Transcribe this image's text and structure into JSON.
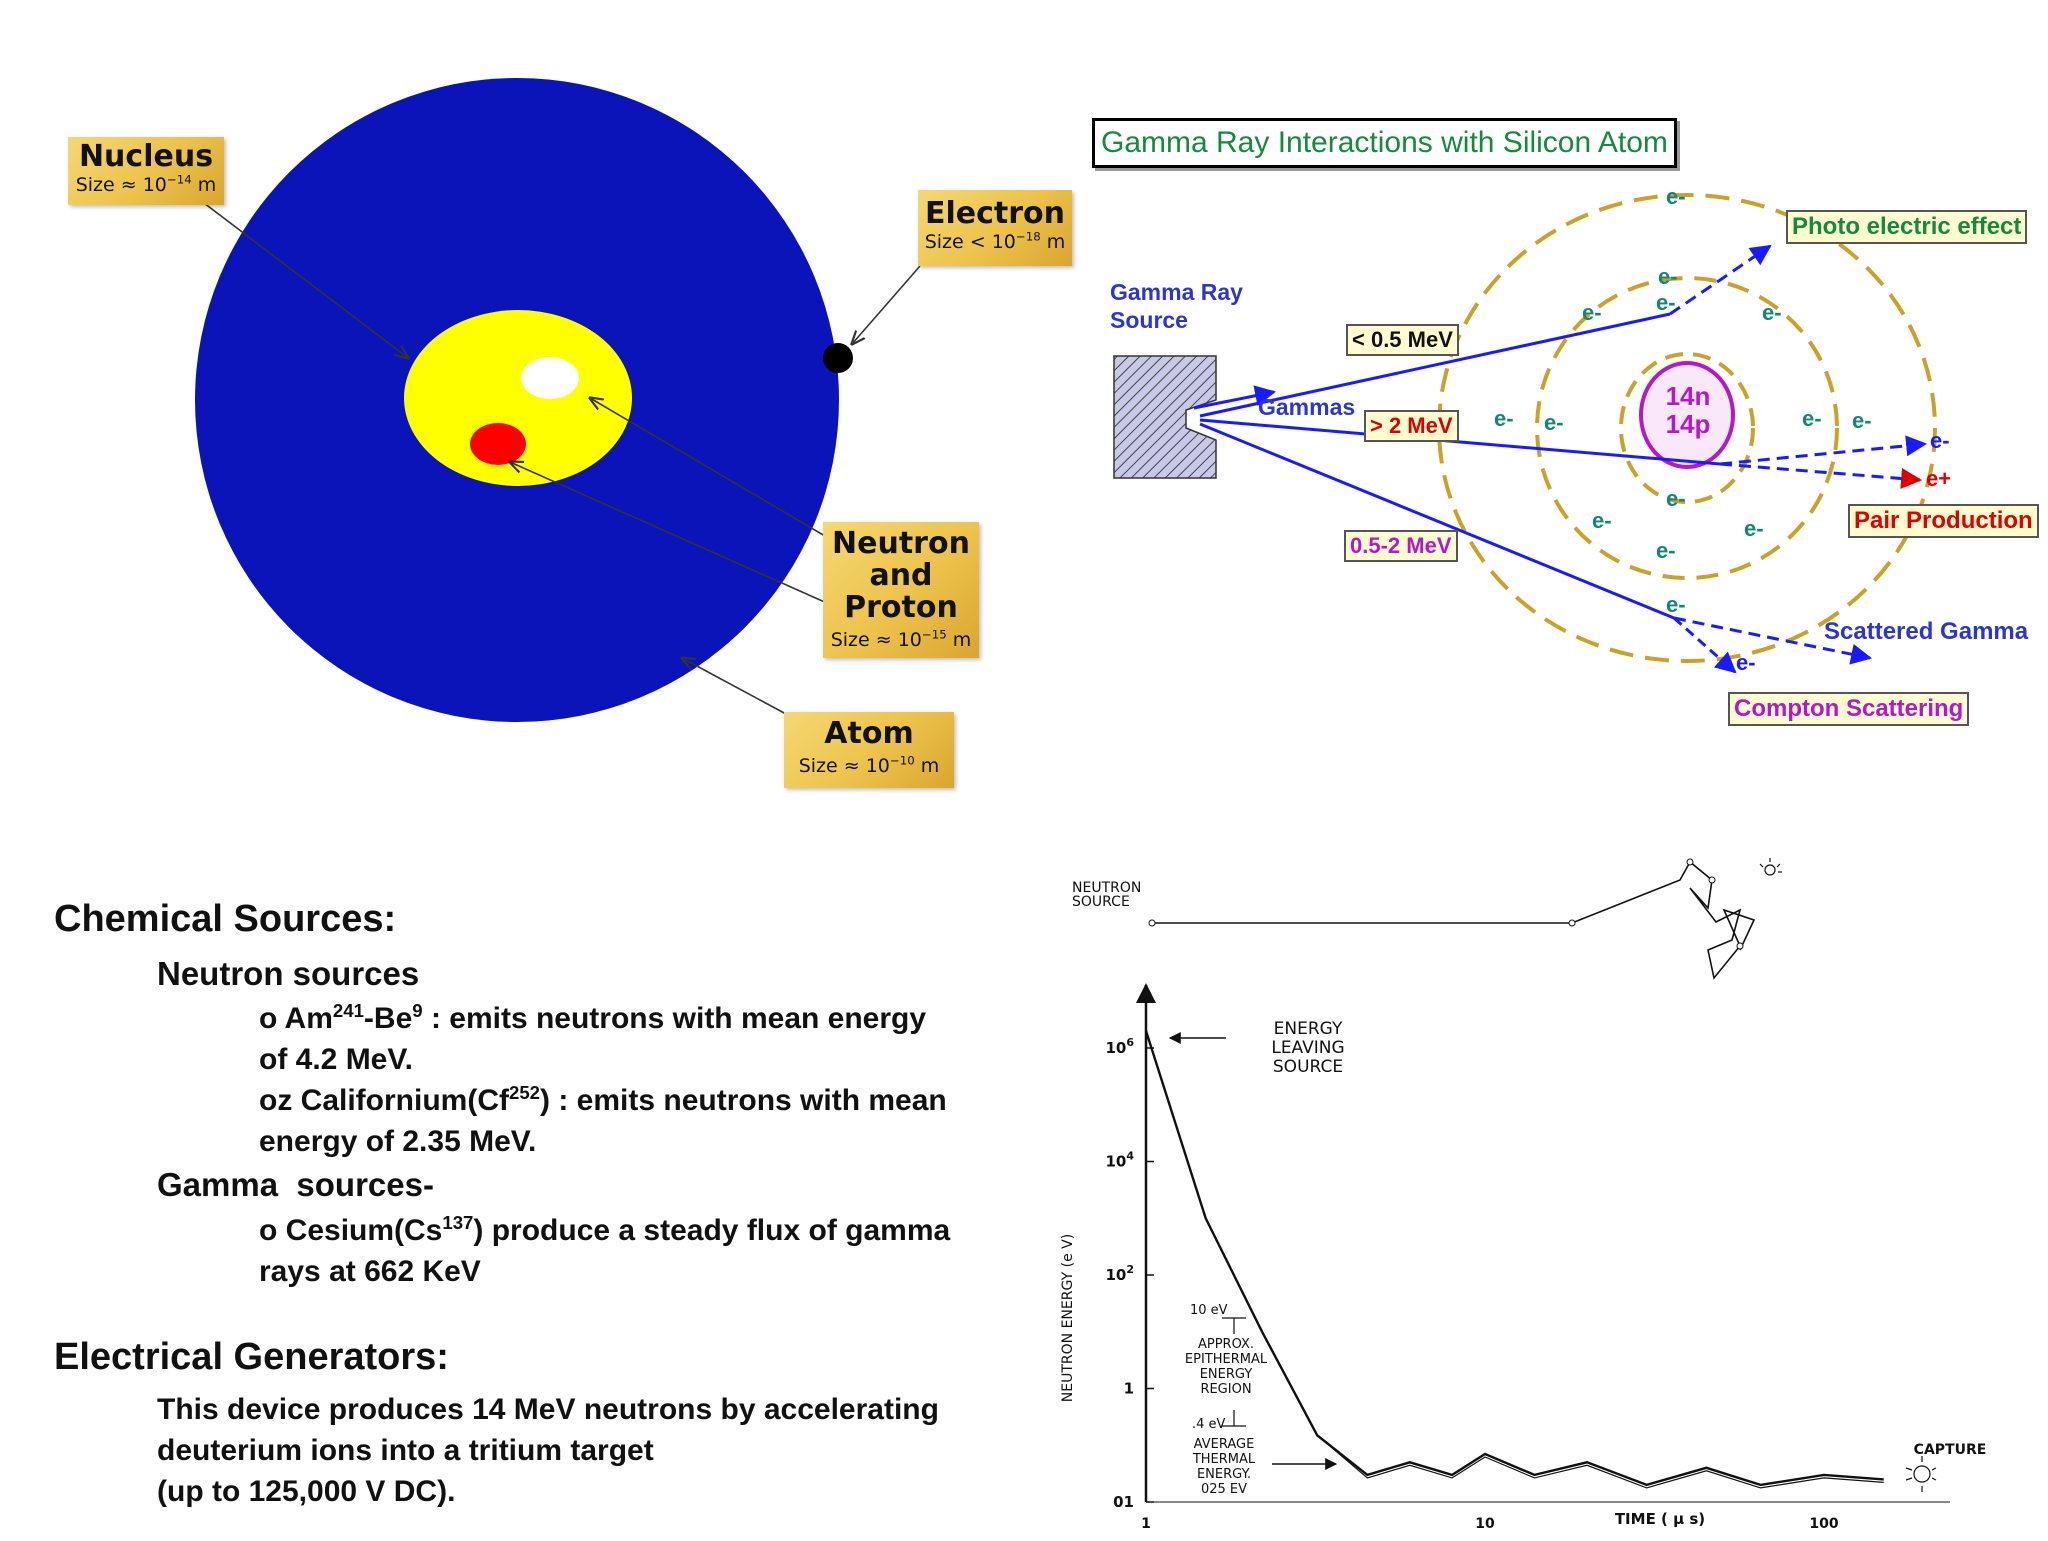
{
  "atom_panel": {
    "nucleus": {
      "title": "Nucleus",
      "size_prefix": "Size ≈ 10",
      "size_exp": "−14",
      "size_unit": " m"
    },
    "electron": {
      "title": "Electron",
      "size_prefix": "Size < 10",
      "size_exp": "−18",
      "size_unit": " m"
    },
    "neutron_proton": {
      "title_lines": [
        "Neutron",
        "and",
        "Proton"
      ],
      "size_prefix": "Size ≈ 10",
      "size_exp": "−15",
      "size_unit": " m"
    },
    "atom": {
      "title": "Atom",
      "size_prefix": "Size ≈ 10",
      "size_exp": "−10",
      "size_unit": " m"
    },
    "colors": {
      "atom": "#0a14b8",
      "nucleus": "#ffff00",
      "proton": "#ff0000",
      "neutron": "#ffffff",
      "electron": "#000000"
    }
  },
  "gamma_panel": {
    "title": "Gamma Ray Interactions with Silicon Atom",
    "source_label": [
      "Gamma Ray",
      "Source"
    ],
    "gammas_label": "Gammas",
    "energy_low": "< 0.5 MeV",
    "energy_high": "> 2 MeV",
    "energy_mid": "0.5-2 MeV",
    "nucleus": [
      "14n",
      "14p"
    ],
    "electron": "e-",
    "positron": "e+",
    "photo_electric": "Photo electric effect",
    "pair_production": "Pair Production",
    "scattered_gamma": "Scattered Gamma",
    "compton": "Compton Scattering",
    "colors": {
      "title": "#138a3e",
      "arrow": "#1a1aff",
      "shell": "#c9a227",
      "electron": "#118877",
      "nucleus": "#b517c9",
      "positron": "#e00000"
    }
  },
  "sources_text": {
    "chemical_heading": "Chemical Sources:",
    "neutron_heading": "Neutron sources",
    "am_bullet": "o ",
    "am_name": "Am",
    "am_sup": "241",
    "am_be": "-Be",
    "am_be_sup": "9",
    "am_rest": " : emits neutrons with mean energy",
    "am_line2": "of 4.2 MeV.",
    "cf_start": "oz Californium(Cf",
    "cf_sup": "252",
    "cf_rest": ") : emits neutrons with mean",
    "cf_line2": "energy of 2.35 MeV.",
    "gamma_heading": "Gamma  sources-",
    "cs_start": "o Cesium(Cs",
    "cs_sup": "137",
    "cs_rest": ") produce a steady flux of gamma",
    "cs_line2": "rays at 662 KeV",
    "electrical_heading": "Electrical Generators:",
    "gen_line1": "This device produces 14 MeV neutrons by accelerating",
    "gen_line2": "deuterium ions into a tritium target",
    "gen_line3": "(up to 125,000 V DC)."
  },
  "neutron_chart": {
    "source_label": [
      "NEUTRON",
      "SOURCE"
    ],
    "energy_leaving": [
      "ENERGY",
      "LEAVING",
      "SOURCE"
    ],
    "epithermal_top": "10 eV",
    "epithermal_label": [
      "APPROX.",
      "EPITHERMAL",
      "ENERGY",
      "REGION"
    ],
    "epithermal_bottom": ".4 eV",
    "thermal_label": [
      "AVERAGE",
      "THERMAL",
      "ENERGY.",
      "025 EV"
    ],
    "capture": "CAPTURE",
    "ylabel": "NEUTRON ENERGY (e V)",
    "xlabel": "TIME ( μ s)"
  },
  "chart_data": {
    "type": "line",
    "title": "",
    "xlabel": "TIME ( μ s)",
    "ylabel": "NEUTRON ENERGY (e V)",
    "x_scale": "log",
    "y_scale": "log",
    "x_ticks": [
      "1",
      "10",
      "100"
    ],
    "y_ticks": [
      "01",
      "1",
      "10²",
      "10⁴",
      "10⁶"
    ],
    "y_tick_base": "10",
    "y_tick_exps": [
      "2",
      "4",
      "6"
    ],
    "series": [
      {
        "x": [
          1,
          1.5,
          2.2,
          3.2,
          4.5,
          6,
          8,
          10,
          14,
          20,
          30,
          45,
          65,
          100,
          150
        ],
        "y": [
          2000000,
          1000,
          10,
          0.15,
          0.03,
          0.05,
          0.03,
          0.07,
          0.03,
          0.05,
          0.02,
          0.04,
          0.02,
          0.03,
          0.025
        ]
      }
    ]
  }
}
